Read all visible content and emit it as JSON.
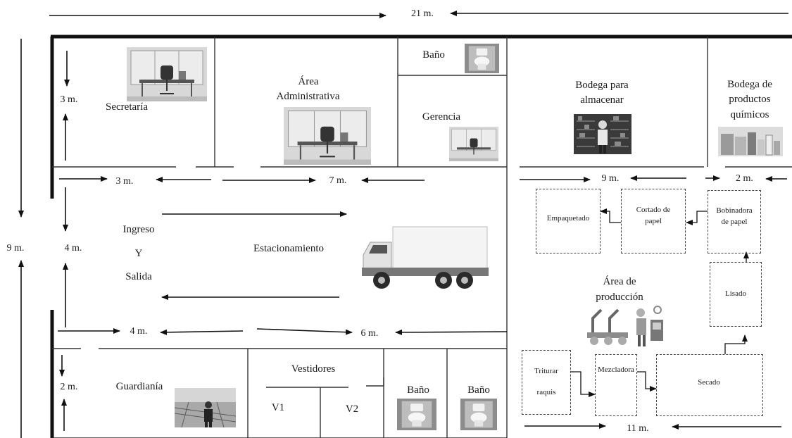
{
  "dimensions": {
    "top_width": "21 m.",
    "left_height": "9 m.",
    "secretaria_height": "3 m.",
    "ingreso_height": "4 m.",
    "guardiania_height": "2 m.",
    "corridor_upper_left": "3 m.",
    "corridor_upper_mid": "7 m.",
    "corridor_upper_right_a": "9 m.",
    "corridor_upper_right_b": "2 m.",
    "corridor_lower_left": "4 m.",
    "corridor_lower_mid": "6 m.",
    "bottom_right": "11 m."
  },
  "rooms": {
    "secretaria": "Secretaría",
    "area_admin_line1": "Área",
    "area_admin_line2": "Administrativa",
    "bano_top": "Baño",
    "gerencia": "Gerencia",
    "bodega_line1": "Bodega para",
    "bodega_line2": "almacenar",
    "bodega_quim_line1": "Bodega de",
    "bodega_quim_line2": "productos",
    "bodega_quim_line3": "químicos",
    "ingreso_line1": "Ingreso",
    "ingreso_line2": "Y",
    "ingreso_line3": "Salida",
    "estacionamiento": "Estacionamiento",
    "area_prod_line1": "Área de",
    "area_prod_line2": "producción",
    "guardiania": "Guardianía",
    "vestidores": "Vestidores",
    "v1": "V1",
    "v2": "V2",
    "bano_bottom_1": "Baño",
    "bano_bottom_2": "Baño"
  },
  "process": {
    "empaquetado": "Empaquetado",
    "cortado_line1": "Cortado de",
    "cortado_line2": "papel",
    "bobinadora_line1": "Bobinadora",
    "bobinadora_line2": "de papel",
    "lisado": "Lisado",
    "triturar_line1": "Triturar",
    "triturar_line2": "raquis",
    "mezcladora": "Mezcladora",
    "secado": "Secado"
  },
  "icons": [
    "office-desk-icon",
    "toilet-icon",
    "warehouse-worker-icon",
    "chemical-bottles-icon",
    "truck-icon",
    "factory-robot-icon",
    "guard-icon"
  ]
}
